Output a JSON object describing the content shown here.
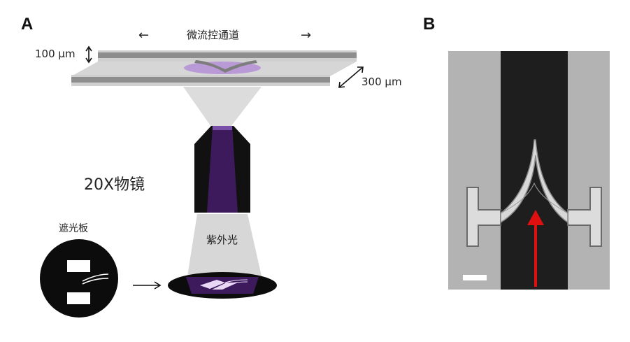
{
  "panel_a": {
    "letter": "A",
    "channel_label": "微流控通道",
    "arrow_left": "←",
    "arrow_right": "→",
    "height_label": "100 µm",
    "width_label": "300 µm",
    "objective_label": "20X物镜",
    "uv_label": "紫外光",
    "mask_label": "遮光板",
    "colors": {
      "uv_purple": "#3d1a5b",
      "light_purple": "#b99ad6",
      "glass_gray": "#c9c9c9",
      "wall_gray": "#8e8e8e"
    }
  },
  "panel_b": {
    "letter": "B",
    "colors": {
      "arrow": "#e01010",
      "background": "#b3b3b3",
      "channel": "#1e1e1e"
    }
  }
}
